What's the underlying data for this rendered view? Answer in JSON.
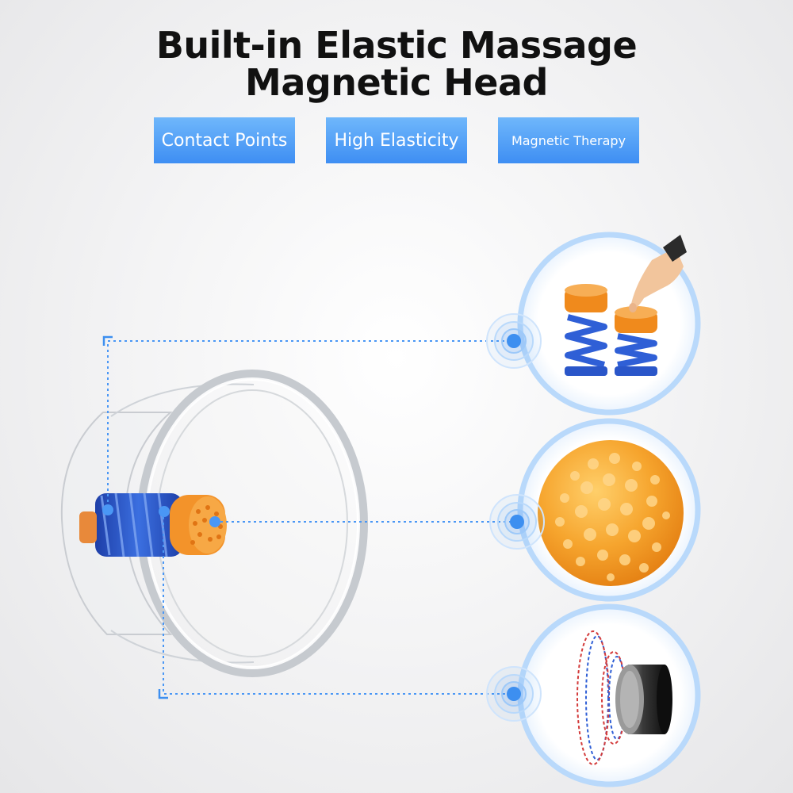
{
  "title": {
    "line1": "Built-in Elastic Massage",
    "line2": "Magnetic Head"
  },
  "features": [
    {
      "label": "Contact Points"
    },
    {
      "label": "High Elasticity"
    },
    {
      "label": "Magnetic Therapy"
    }
  ],
  "colors": {
    "accent_blue": "#4a97f5",
    "dot_blue": "#3d8ff0",
    "spring_blue": "#2554c8",
    "head_orange": "#f39a2a",
    "title_text": "#111111"
  },
  "illustrations": [
    {
      "name": "cupping-cup-with-spring-head"
    },
    {
      "name": "spring-press-illustration"
    },
    {
      "name": "contact-points-ball"
    },
    {
      "name": "magnetic-field-magnet"
    }
  ]
}
